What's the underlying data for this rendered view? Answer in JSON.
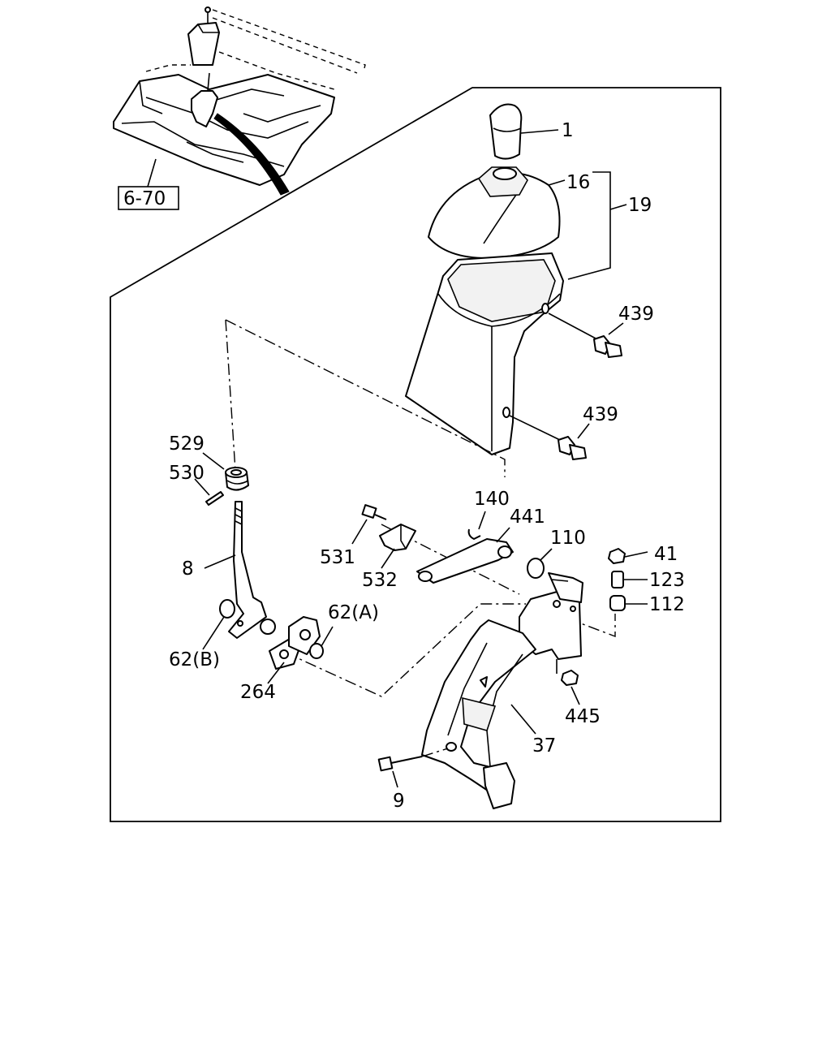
{
  "reference_box": "6-70",
  "labels": {
    "p1": "1",
    "p16": "16",
    "p19": "19",
    "p439a": "439",
    "p439b": "439",
    "p529": "529",
    "p530": "530",
    "p8": "8",
    "p62b": "62(B)",
    "p62a": "62(A)",
    "p264": "264",
    "p531": "531",
    "p532": "532",
    "p140": "140",
    "p441": "441",
    "p110": "110",
    "p41": "41",
    "p123": "123",
    "p112": "112",
    "p445": "445",
    "p37": "37",
    "p9": "9"
  }
}
